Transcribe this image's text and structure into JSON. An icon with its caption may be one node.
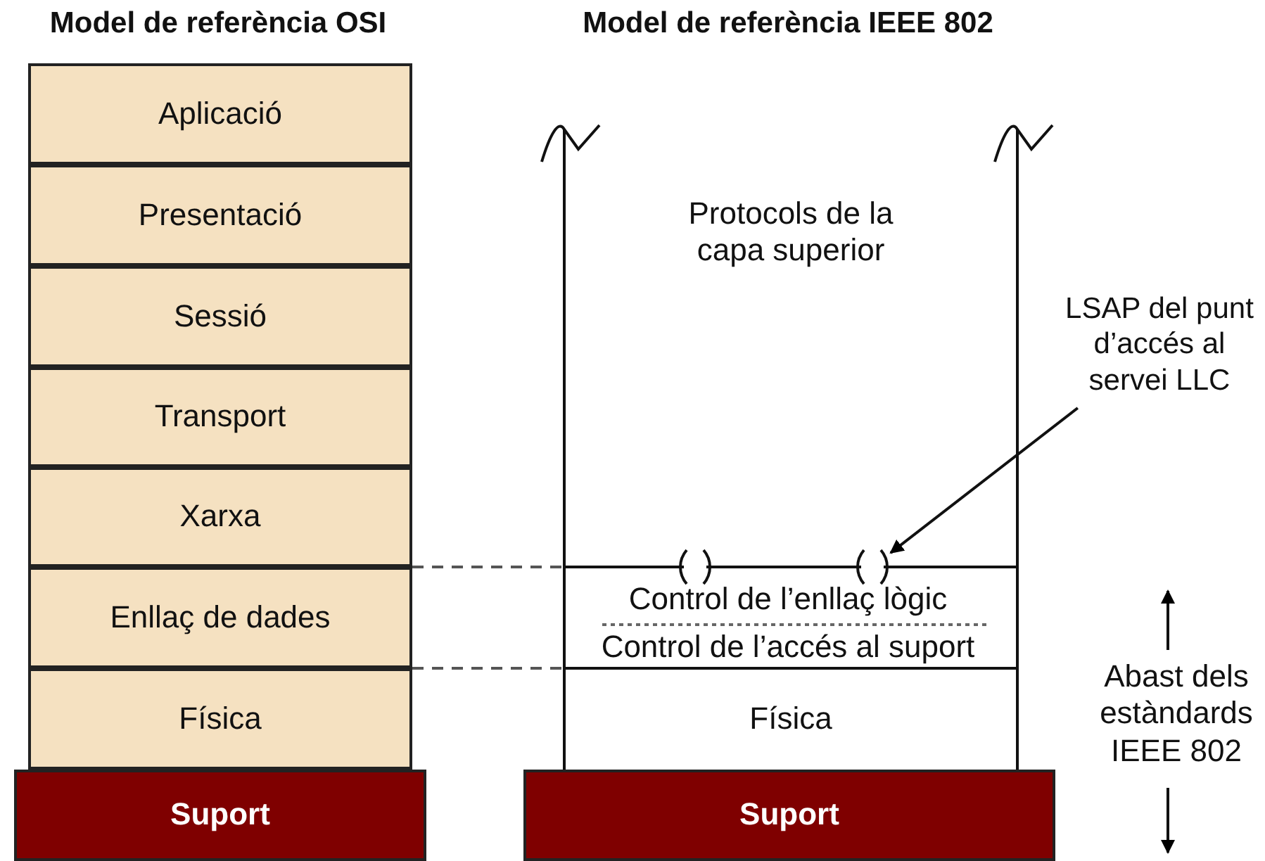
{
  "diagram": {
    "nodes": [
      {
        "text": [
          "Aplicació"
        ]
      },
      {
        "text": [
          "Presentació"
        ]
      },
      {
        "text": [
          "Sessió"
        ]
      },
      {
        "text": [
          "Transport"
        ]
      },
      {
        "text": [
          "Xarxa"
        ]
      },
      {
        "text": [
          "Enllaç de dades"
        ]
      },
      {
        "text": [
          "Física"
        ]
      },
      {
        "text": [
          "Suport"
        ]
      },
      {
        "text": [
          "Protocols de la capa superior"
        ]
      },
      {
        "text": [
          "Control de l’enllaç lògic"
        ]
      },
      {
        "text": [
          "Control de l’accés al suport"
        ]
      },
      {
        "text": [
          "Física"
        ]
      },
      {
        "text": [
          "Suport"
        ]
      },
      {
        "text": [
          "LSAP del punt d’accés al servei LLC"
        ]
      },
      {
        "text": [],
        "shape": "bracket"
      },
      {
        "text": [],
        "shape": "bracket"
      }
    ],
    "edges": [
      {
        "from": 13,
        "to": 15,
        "arrow": "to"
      }
    ],
    "labels": [
      "Model de referència OSI",
      "Model de referència IEEE 802",
      "Abast dels estàndards IEEE 802"
    ]
  }
}
